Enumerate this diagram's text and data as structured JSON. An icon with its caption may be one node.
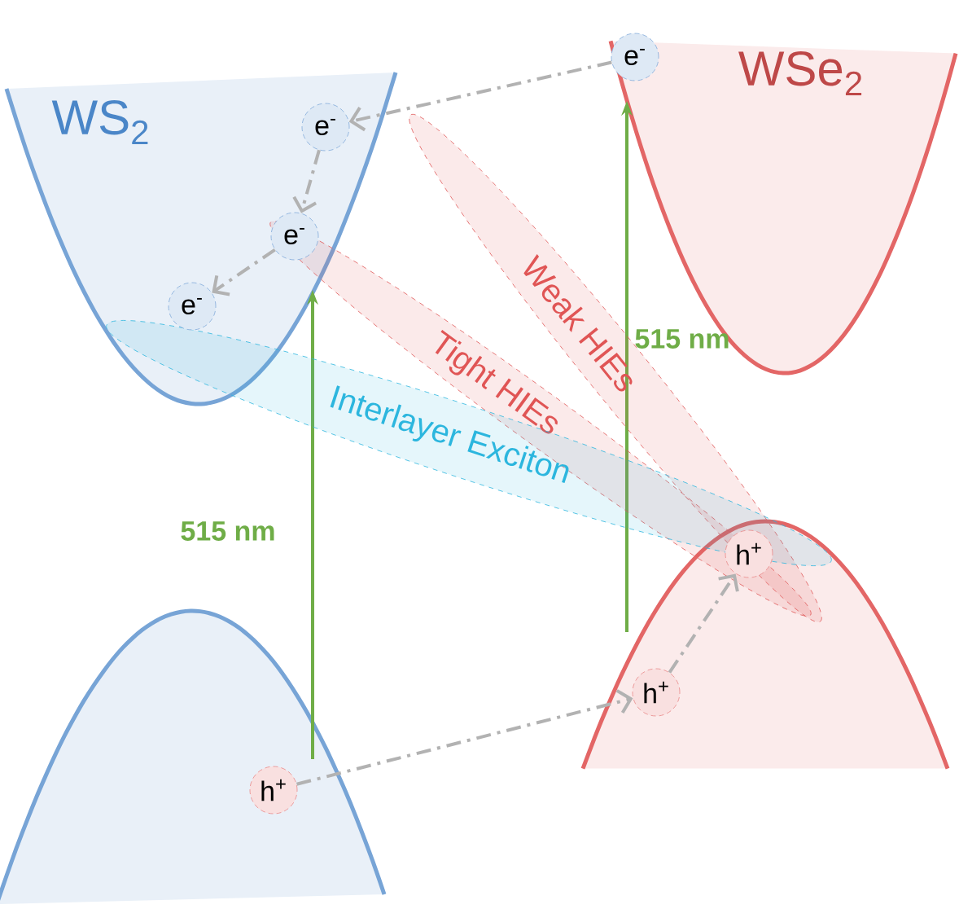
{
  "diagram": {
    "nodes": [
      {
        "text": [
          "e$^{-}$"
        ]
      },
      {
        "text": [
          "e$^{-}$"
        ]
      },
      {
        "text": [
          "e$^{-}$"
        ]
      },
      {
        "text": [
          "e$^{-}$"
        ]
      },
      {
        "text": [
          "h$^{+}$"
        ]
      },
      {
        "text": [
          "h$^{+}$"
        ]
      },
      {
        "text": [
          "h$^{+}$"
        ]
      },
      {
        "text": [
          "Weak HIEs"
        ]
      },
      {
        "text": [
          "Tight HIEs"
        ]
      },
      {
        "text": [
          "Interlayer Exciton"
        ]
      }
    ],
    "edges": [
      {
        "from": 0,
        "to": 1,
        "arrow": "to",
        "style": "dashed"
      },
      {
        "from": 1,
        "to": 2,
        "arrow": "to",
        "style": "dashed"
      },
      {
        "from": 2,
        "to": 3,
        "arrow": "to",
        "style": "dashed"
      },
      {
        "from": 4,
        "to": 5,
        "arrow": "to",
        "style": "dashed"
      },
      {
        "from": 5,
        "to": 6,
        "arrow": "to",
        "style": "dashed"
      }
    ],
    "labels": [
      "WS$_{2}$",
      "WSe$_{2}$",
      "515 nm",
      "515 nm"
    ]
  }
}
